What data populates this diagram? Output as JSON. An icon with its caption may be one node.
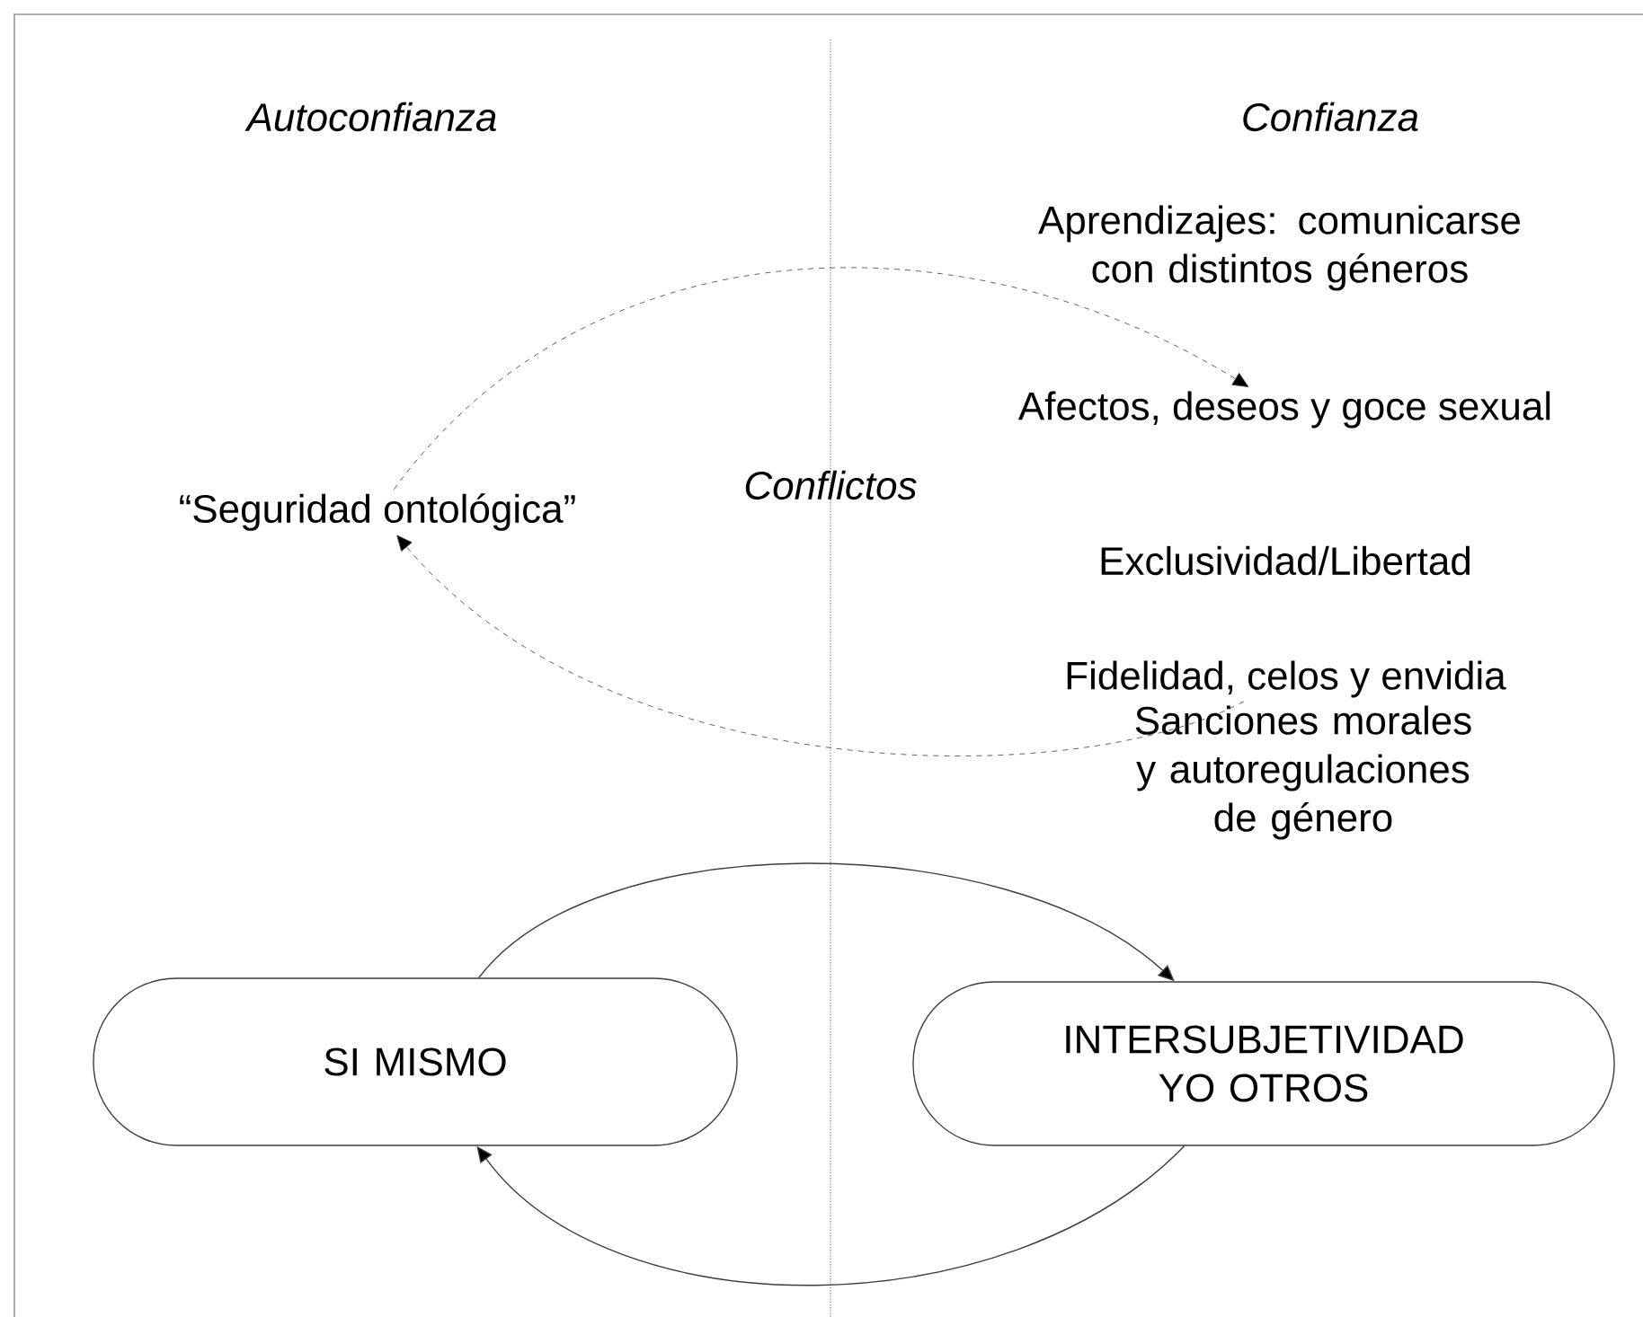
{
  "diagram": {
    "nodes": [
      {
        "text": [
          "“Seguridad ontológica”"
        ]
      },
      {
        "text": [
          "Afectos, deseos y goce sexual"
        ]
      },
      {
        "text": [
          "Fidelidad, celos y envidia"
        ]
      },
      {
        "text": [
          "SI MISMO"
        ]
      },
      {
        "text": [
          "INTERSUBJETIVIDAD YO OTROS"
        ]
      }
    ],
    "edges": [
      {
        "from": 0,
        "to": 1,
        "arrow": "to",
        "style": "dashed"
      },
      {
        "from": 2,
        "to": 0,
        "arrow": "to",
        "style": "dashed"
      },
      {
        "from": 3,
        "to": 4,
        "arrow": "to"
      },
      {
        "from": 4,
        "to": 3,
        "arrow": "to"
      }
    ],
    "labels": [
      "Autoconfianza",
      "Confianza",
      "Aprendizajes: comunicarse con distintos géneros",
      "Conflictos",
      "Exclusividad/Libertad",
      "Sanciones morales y autoregulaciones de género"
    ]
  }
}
